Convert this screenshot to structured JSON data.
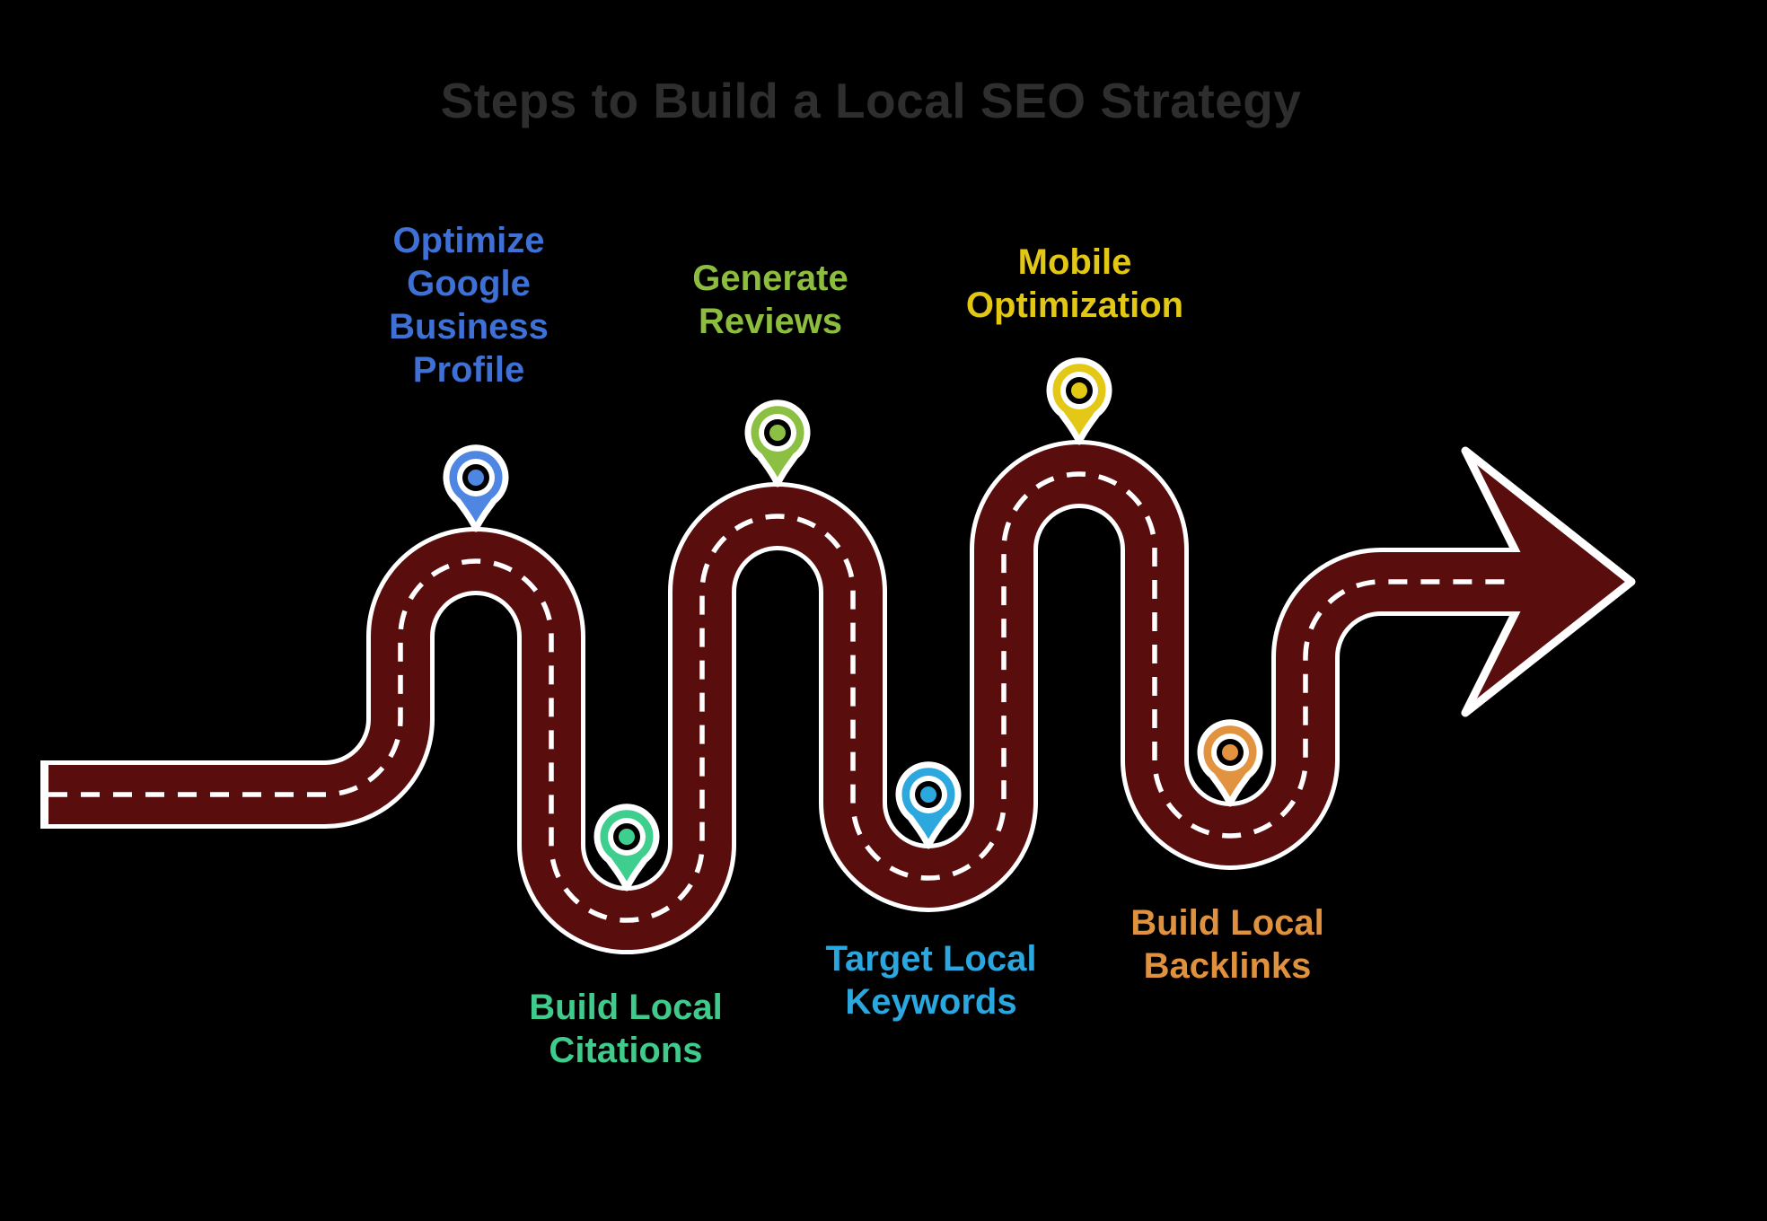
{
  "title": {
    "text": "Steps to Build a Local SEO Strategy",
    "color": "#2e2e2e"
  },
  "road": {
    "color": "#5a0d0d",
    "edge_color": "#ffffff",
    "dash_color": "#ffffff"
  },
  "steps": [
    {
      "order": 1,
      "label": "Optimize Google Business Profile",
      "lines": [
        "Optimize",
        "Google",
        "Business",
        "Profile"
      ],
      "color": "#3e70d6",
      "pin_color": "#4f86e1",
      "pin_position": "top-of-road"
    },
    {
      "order": 2,
      "label": "Build Local Citations",
      "lines": [
        "Build Local",
        "Citations"
      ],
      "color": "#3ecb8b",
      "pin_color": "#3ecf8e",
      "pin_position": "bottom-loop"
    },
    {
      "order": 3,
      "label": "Generate Reviews",
      "lines": [
        "Generate",
        "Reviews"
      ],
      "color": "#8cbd3e",
      "pin_color": "#8cc043",
      "pin_position": "top-of-road"
    },
    {
      "order": 4,
      "label": "Target Local Keywords",
      "lines": [
        "Target Local",
        "Keywords"
      ],
      "color": "#2aa7de",
      "pin_color": "#2ca8df",
      "pin_position": "bottom-loop"
    },
    {
      "order": 5,
      "label": "Mobile Optimization",
      "lines": [
        "Mobile",
        "Optimization"
      ],
      "color": "#e2c714",
      "pin_color": "#e3c816",
      "pin_position": "top-of-road"
    },
    {
      "order": 6,
      "label": "Build Local Backlinks",
      "lines": [
        "Build Local",
        "Backlinks"
      ],
      "color": "#e0913e",
      "pin_color": "#e2933f",
      "pin_position": "bottom-loop"
    }
  ]
}
